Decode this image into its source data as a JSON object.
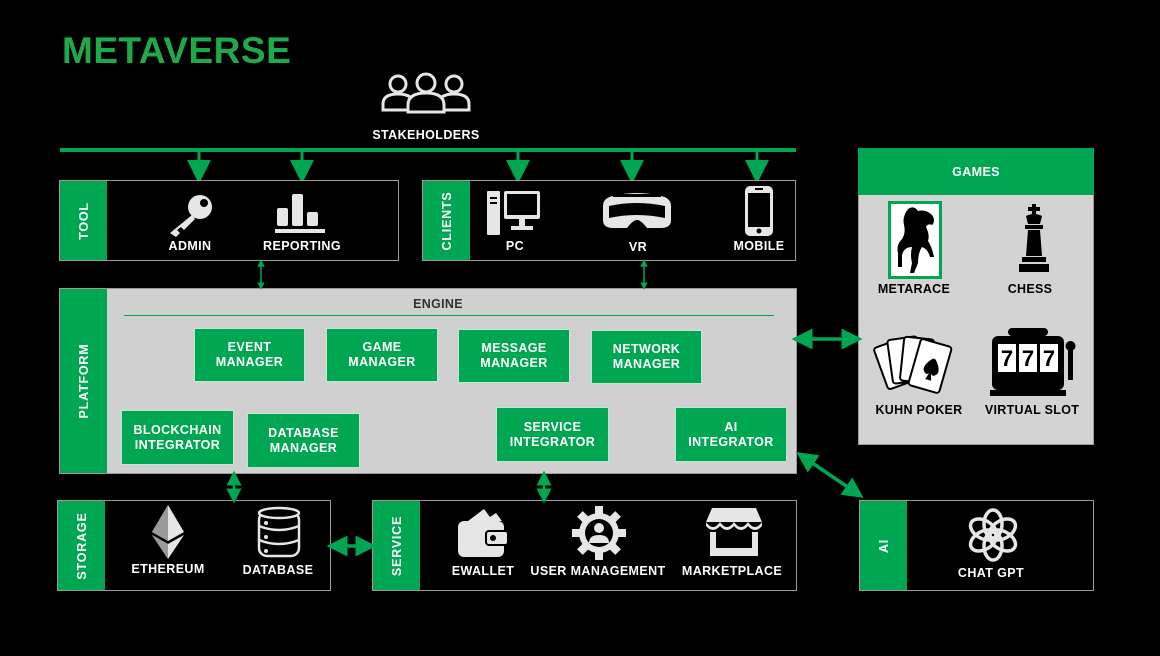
{
  "title": "METAVERSE",
  "stakeholders": {
    "label": "STAKEHOLDERS",
    "icon": "users-icon"
  },
  "tool": {
    "side_label": "TOOL",
    "items": [
      {
        "label": "ADMIN",
        "icon": "key-icon"
      },
      {
        "label": "REPORTING",
        "icon": "bar-chart-icon"
      }
    ]
  },
  "clients": {
    "side_label": "CLIENTS",
    "items": [
      {
        "label": "PC",
        "icon": "desktop-computer-icon"
      },
      {
        "label": "VR",
        "icon": "vr-headset-icon"
      },
      {
        "label": "MOBILE",
        "icon": "smartphone-icon"
      }
    ]
  },
  "platform": {
    "side_label": "PLATFORM",
    "engine_label": "ENGINE",
    "modules": [
      {
        "line1": "EVENT",
        "line2": "MANAGER"
      },
      {
        "line1": "GAME",
        "line2": "MANAGER"
      },
      {
        "line1": "MESSAGE",
        "line2": "MANAGER"
      },
      {
        "line1": "NETWORK",
        "line2": "MANAGER"
      },
      {
        "line1": "BLOCKCHAIN",
        "line2": "INTEGRATOR"
      },
      {
        "line1": "DATABASE",
        "line2": "MANAGER"
      },
      {
        "line1": "SERVICE",
        "line2": "INTEGRATOR"
      },
      {
        "line1": "AI",
        "line2": "INTEGRATOR"
      }
    ]
  },
  "games": {
    "header": "GAMES",
    "items": [
      {
        "label": "METARACE",
        "icon": "horse-icon"
      },
      {
        "label": "CHESS",
        "icon": "chess-king-icon"
      },
      {
        "label": "KUHN POKER",
        "icon": "playing-cards-icon"
      },
      {
        "label": "VIRTUAL SLOT",
        "icon": "slot-machine-icon"
      }
    ]
  },
  "storage": {
    "side_label": "STORAGE",
    "items": [
      {
        "label": "ETHEREUM",
        "icon": "ethereum-icon"
      },
      {
        "label": "DATABASE",
        "icon": "database-icon"
      }
    ]
  },
  "service": {
    "side_label": "SERVICE",
    "items": [
      {
        "label": "EWALLET",
        "icon": "wallet-icon"
      },
      {
        "label": "USER MANAGEMENT",
        "icon": "user-gear-icon"
      },
      {
        "label": "MARKETPLACE",
        "icon": "storefront-icon"
      }
    ]
  },
  "ai": {
    "side_label": "AI",
    "items": [
      {
        "label": "CHAT GPT",
        "icon": "openai-icon"
      }
    ]
  },
  "colors": {
    "green": "#00a651",
    "title_green": "#1fa94b",
    "engine_bg": "#d0d0d0",
    "games_bg": "#d3d3d3"
  }
}
